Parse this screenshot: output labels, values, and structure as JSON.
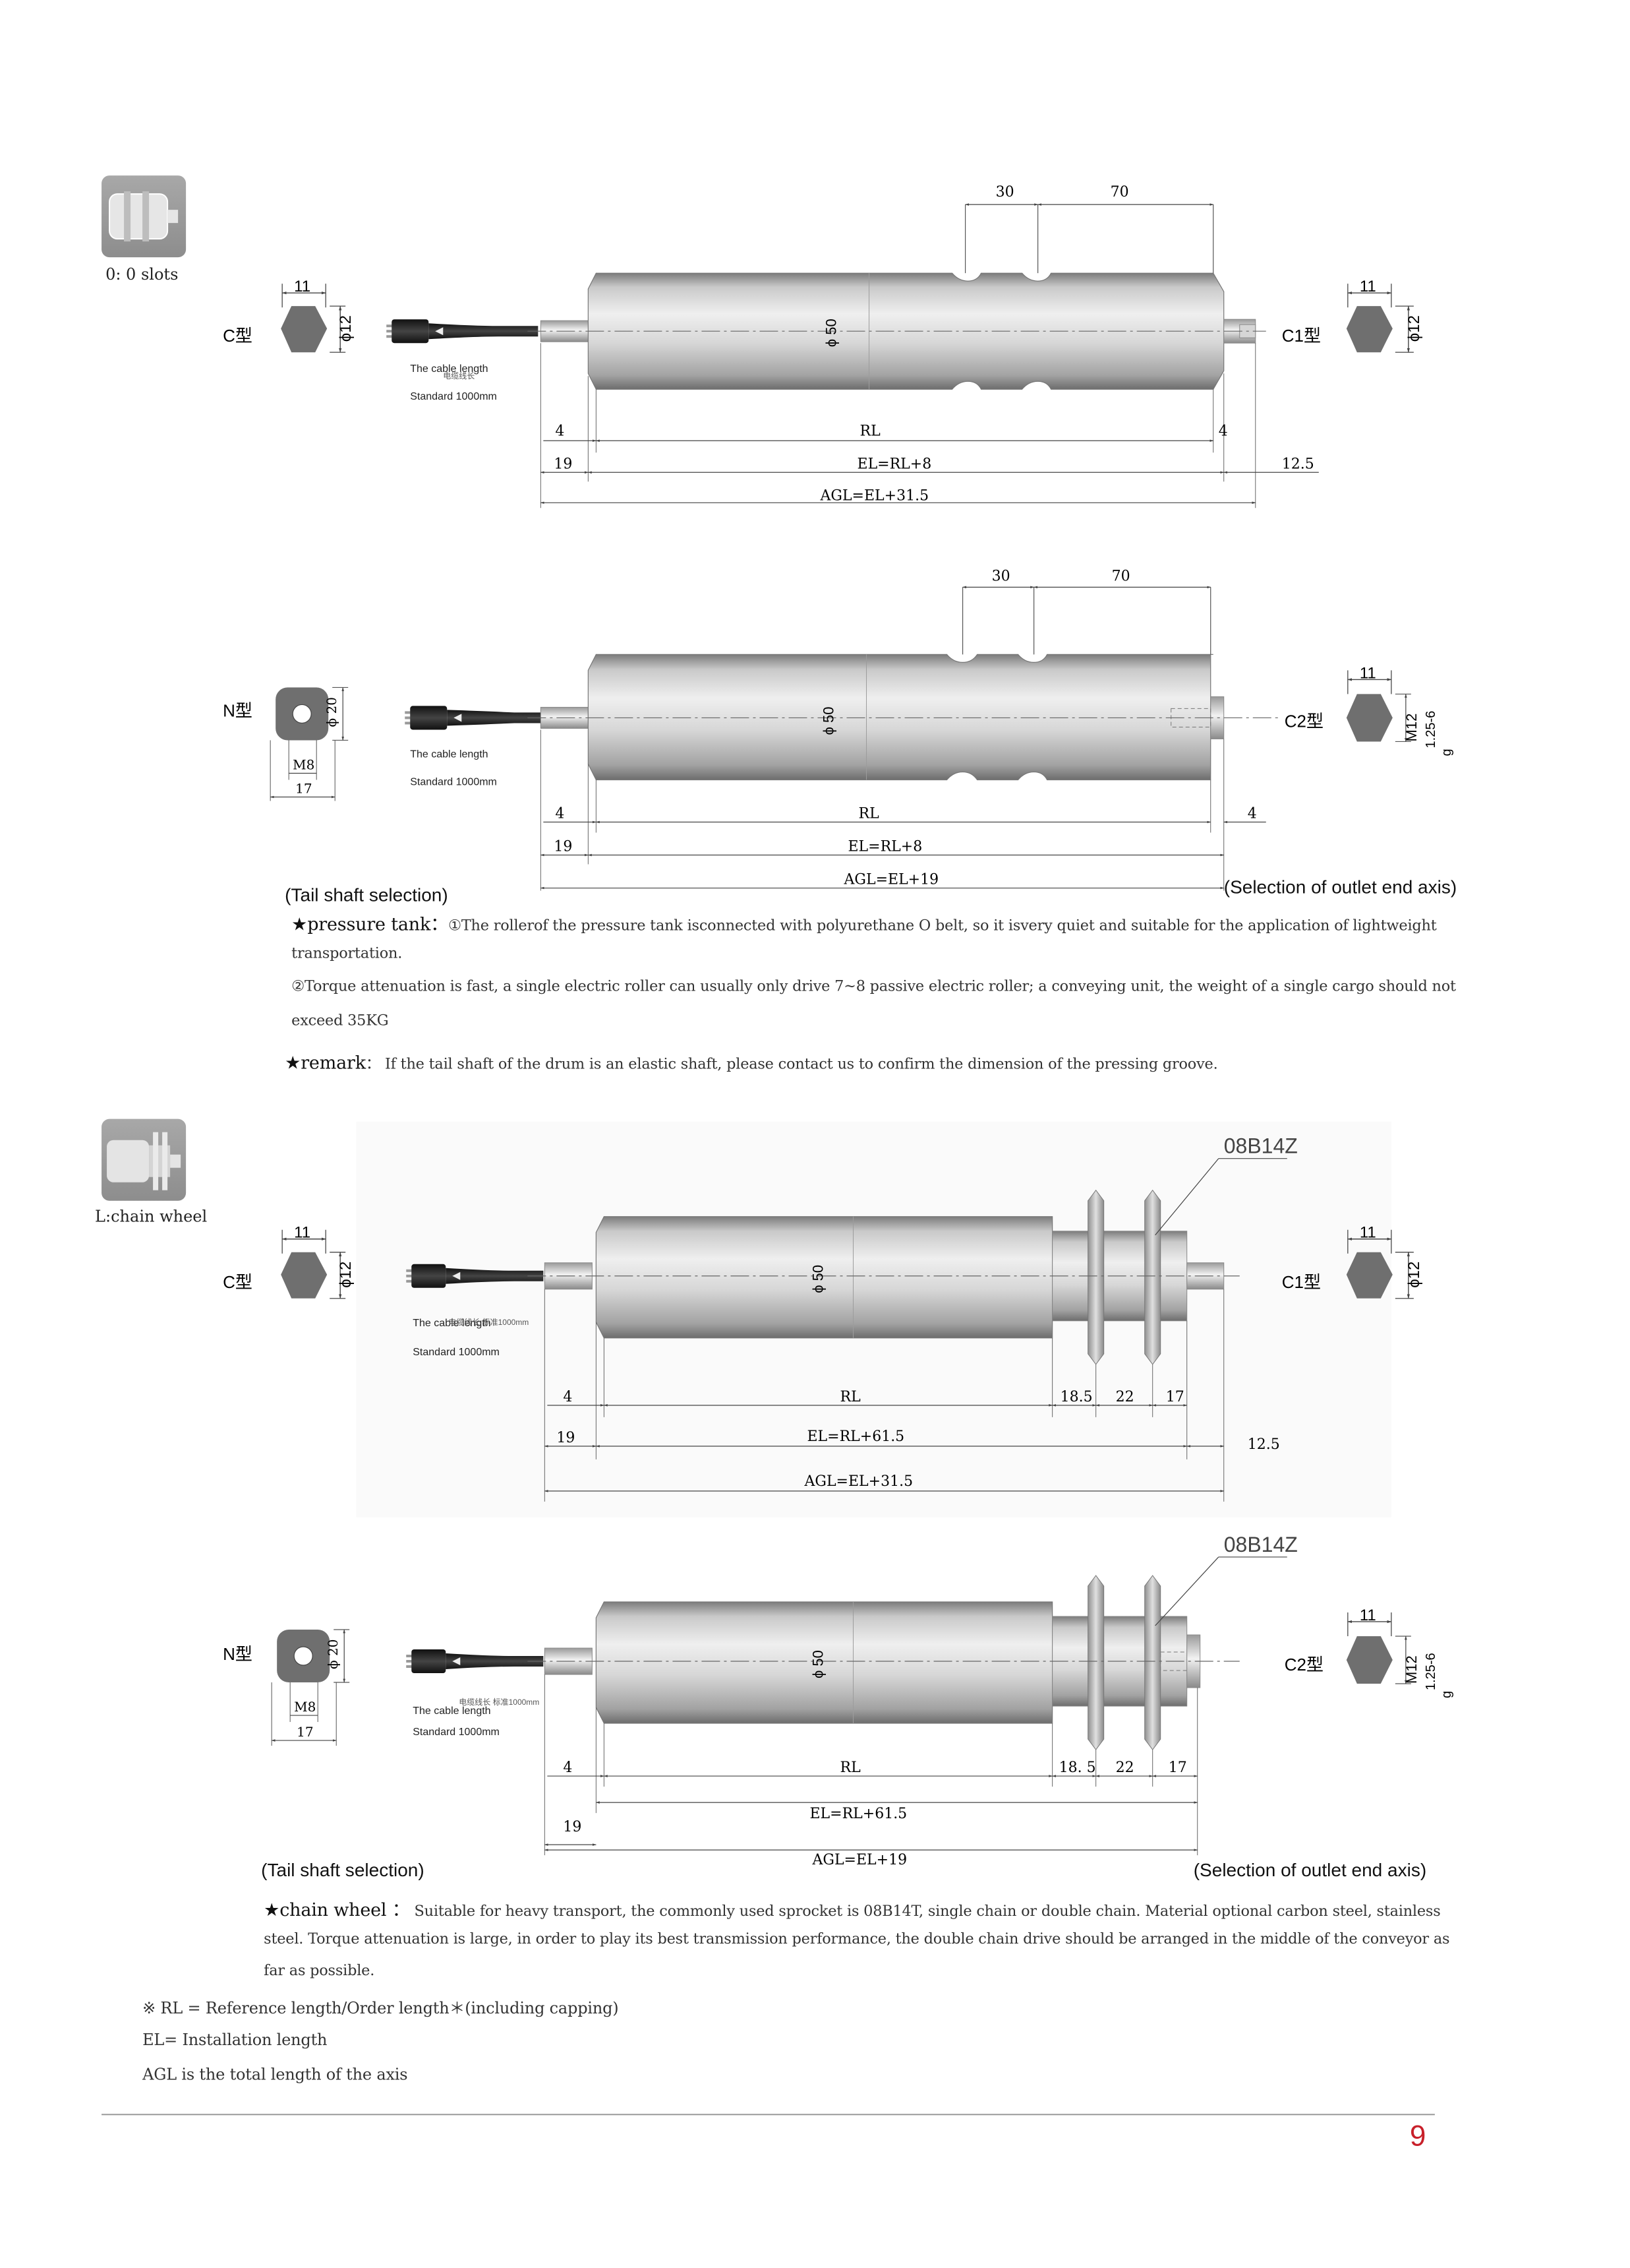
{
  "section1": {
    "thumb_label": "0: 0  slots",
    "d1": {
      "left_type": "C型",
      "right_type": "C1型",
      "hex_w": "11",
      "hex_d": "ϕ12",
      "hex_w_r": "11",
      "hex_d_r": "ϕ12",
      "dim_top_a": "30",
      "dim_top_b": "70",
      "tube_dia": "ϕ 50",
      "cable1": "The cable length",
      "cable_cn": "电缆线长",
      "cable2": "Standard  1000mm",
      "d_4l": "4",
      "d_rl": "RL",
      "d_4r": "4",
      "d_19": "19",
      "d_el": "EL=RL+8",
      "d_125": "12.5",
      "d_agl": "AGL=EL+31.5"
    },
    "d2": {
      "left_type": "N型",
      "right_type": "C2型",
      "n_phi": "ϕ 20",
      "n_m8": "M8",
      "n_17": "17",
      "hex_w_r": "11",
      "thread_a": "M12",
      "thread_b": "1.25-6",
      "thread_c": "g",
      "dim_top_a": "30",
      "dim_top_b": "70",
      "tube_dia": "ϕ 50",
      "cable1": "The cable length",
      "cable2": "Standard  1000mm",
      "d_4l": "4",
      "d_rl": "RL",
      "d_4r": "4",
      "d_19": "19",
      "d_el": "EL=RL+8",
      "d_agl": "AGL=EL+19"
    },
    "caption_left": "(Tail shaft selection)",
    "caption_right": "(Selection of outlet end axis)",
    "note1_star": "★",
    "note1_lead": "pressure  tank：",
    "note1_a": "①The rollerof the pressure tank isconnected with polyurethane O  belt, so it isvery quiet and suitable for the application of lightweight",
    "note1_b": "transportation.",
    "note2_a": "②Torque attenuation is fast, a single electric roller can usually only drive 7~8 passive electric roller; a conveying unit, the weight of a single cargo should not",
    "note2_b": "exceed 35KG",
    "remark_star": "★",
    "remark_lead": "remark",
    "remark_text": "：  If the tail shaft of the drum is an elastic shaft, please contact us to confirm the dimension of the pressing groove."
  },
  "section2": {
    "thumb_label": "L:chain wheel",
    "d3": {
      "left_type": "C型",
      "right_type": "C1型",
      "hex_w": "11",
      "hex_d": "ϕ12",
      "hex_w_r": "11",
      "hex_d_r": "ϕ12",
      "sprocket": "08B14Z",
      "tube_dia": "ϕ 50",
      "cable1": "The cable length",
      "cable_cn": "电缆线长 标准1000mm",
      "cable2": "Standard  1000mm",
      "d_4l": "4",
      "d_rl": "RL",
      "d_185": "18.5",
      "d_22": "22",
      "d_17": "17",
      "d_19": "19",
      "d_el": "EL=RL+61.5",
      "d_125": "12.5",
      "d_agl": "AGL=EL+31.5"
    },
    "d4": {
      "left_type": "N型",
      "right_type": "C2型",
      "n_phi": "ϕ 20",
      "n_m8": "M8",
      "n_17": "17",
      "hex_w_r": "11",
      "thread_a": "M12",
      "thread_b": "1.25-6",
      "thread_c": "g",
      "sprocket": "08B14Z",
      "tube_dia": "ϕ 50",
      "cable1": "The cable length",
      "cable_cn": "电缆线长 标准1000mm",
      "cable2": "Standard  1000mm",
      "d_4l": "4",
      "d_rl": "RL",
      "d_185": "18. 5",
      "d_22": "22",
      "d_17": "17",
      "d_19": "19",
      "d_el": "EL=RL+61.5",
      "d_agl": "AGL=EL+19"
    },
    "caption_left": "(Tail shaft selection)",
    "caption_right": "(Selection of outlet end axis)",
    "note_star": "★",
    "note_lead": "chain  wheel  ：",
    "note_a": "Suitable for heavy transport, the commonly used sprocket is 08B14T, single chain or double chain.  Material optional carbon steel, stainless",
    "note_b": "steel.  Torque attenuation is large,  in order to play its best transmission performance,  the double chain drive should be arranged  in the middle of the conveyor as",
    "note_c": "far as possible."
  },
  "legend": {
    "rl": "※   RL = Reference length/Order length＊(including capping)",
    "el": "EL=  Installation length",
    "agl": "AGL  is the total length of the axis"
  },
  "page_number": "9",
  "colors": {
    "accent_red": "#d0141b",
    "page_number": "#c8202a",
    "hex_gray": "#6f6f6f",
    "thumb_gray": "#9a9a9a"
  }
}
